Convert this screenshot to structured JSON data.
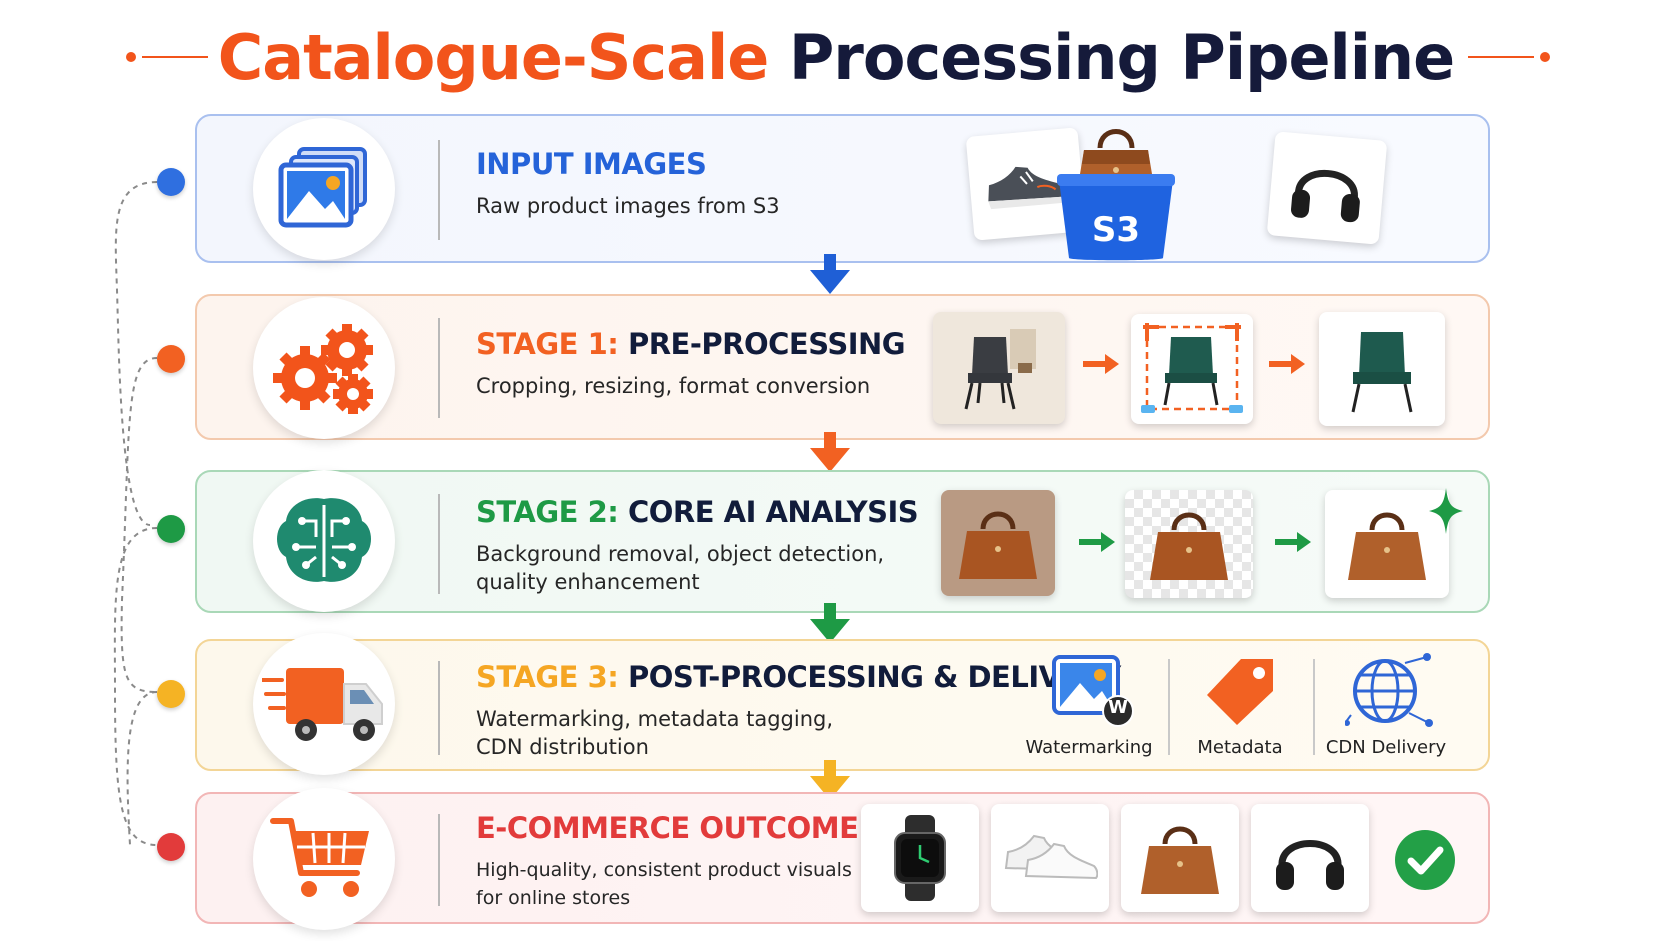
{
  "title": {
    "part1": "Catalogue-Scale",
    "part2": "Processing Pipeline"
  },
  "colors": {
    "blue": "#2563d9",
    "orange": "#f26122",
    "green": "#1e9a45",
    "yellow": "#f5a623",
    "red": "#e23b3b",
    "navy": "#111c3b"
  },
  "stages": [
    {
      "prefix": "INPUT IMAGES",
      "rest": "",
      "desc": [
        "Raw product images from S3"
      ]
    },
    {
      "prefix": "STAGE 1:",
      "rest": "PRE-PROCESSING",
      "desc": [
        "Cropping, resizing, format conversion"
      ]
    },
    {
      "prefix": "STAGE 2:",
      "rest": "CORE AI ANALYSIS",
      "desc": [
        "Background removal, object detection,",
        "quality enhancement"
      ]
    },
    {
      "prefix": "STAGE 3:",
      "rest": "POST-PROCESSING & DELIVERY",
      "desc": [
        "Watermarking, metadata tagging,",
        "CDN distribution"
      ]
    },
    {
      "prefix": "E-COMMERCE OUTCOME",
      "rest": "",
      "desc": [
        "High-quality, consistent product visuals",
        "for online stores"
      ]
    }
  ],
  "s3_label": "S3",
  "watermark_badge": "W",
  "delivery_items": [
    {
      "label": "Watermarking",
      "icon": "watermark-icon"
    },
    {
      "label": "Metadata",
      "icon": "tag-icon"
    },
    {
      "label": "CDN Delivery",
      "icon": "globe-icon"
    }
  ]
}
